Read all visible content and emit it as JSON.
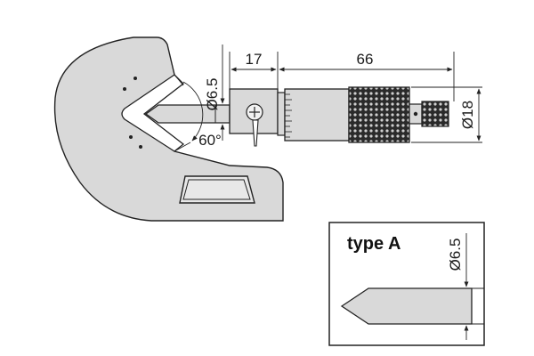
{
  "main": {
    "spindle_diameter": "Ø6.5",
    "spindle_to_frame": "17",
    "sleeve_length": "66",
    "thimble_diameter": "Ø18",
    "anvil_angle": "60°"
  },
  "inset": {
    "title": "type A",
    "spindle_diameter": "Ø6.5"
  },
  "colors": {
    "body_fill": "#d9d9d9",
    "line": "#222222",
    "background": "#ffffff"
  }
}
